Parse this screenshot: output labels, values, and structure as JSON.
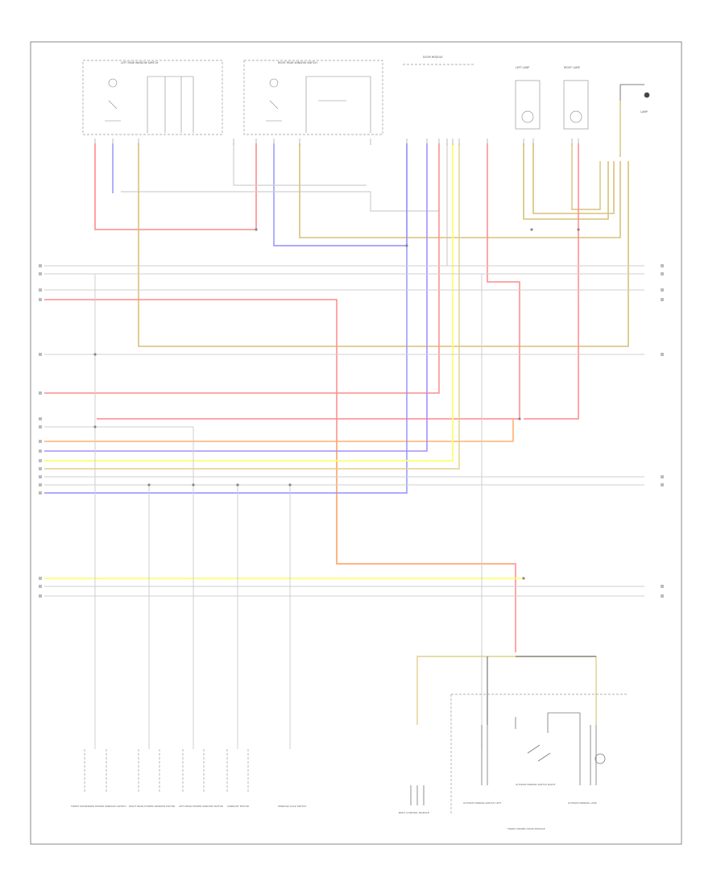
{
  "title": "",
  "page_id": "",
  "colors": {
    "red": "#ff8a8a",
    "blue": "#8f8fff",
    "yellow": "#ffff70",
    "tan": "#d7c27a",
    "orange": "#ffb070",
    "gray": "#c8c8c8",
    "dark": "#777777",
    "frame": "#888888"
  },
  "components": {
    "left_rear_window_switch": "LEFT REAR WINDOW SWITCH",
    "right_rear_window_switch": "RIGHT REAR WINDOW SWITCH",
    "door_module": "DOOR MODULE",
    "left_lamp": "LEFT LAMP",
    "right_lamp": "RIGHT LAMP",
    "front_lamp": "LAMP"
  },
  "connectors": [
    {
      "id": "c1",
      "label": "FRONT PASSENGER POWER WINDOW SWITCH"
    },
    {
      "id": "c2",
      "label": "RIGHT REAR POWER WINDOW MOTOR"
    },
    {
      "id": "c3",
      "label": "LEFT REAR POWER WINDOW MOTOR"
    },
    {
      "id": "c4",
      "label": "SUNROOF MOTOR"
    },
    {
      "id": "c5",
      "label": "WINDOW LOCK SWITCH"
    }
  ],
  "bottom_right": {
    "module_name": "FRONT DRIVER DOOR MODULE",
    "parts": [
      "BODY CONTROL MODULE",
      "OUTSIDE MIRROR SWITCH LEFT",
      "OUTSIDE MIRROR SWITCH RIGHT",
      "OUTSIDE MIRROR LAMP"
    ]
  }
}
